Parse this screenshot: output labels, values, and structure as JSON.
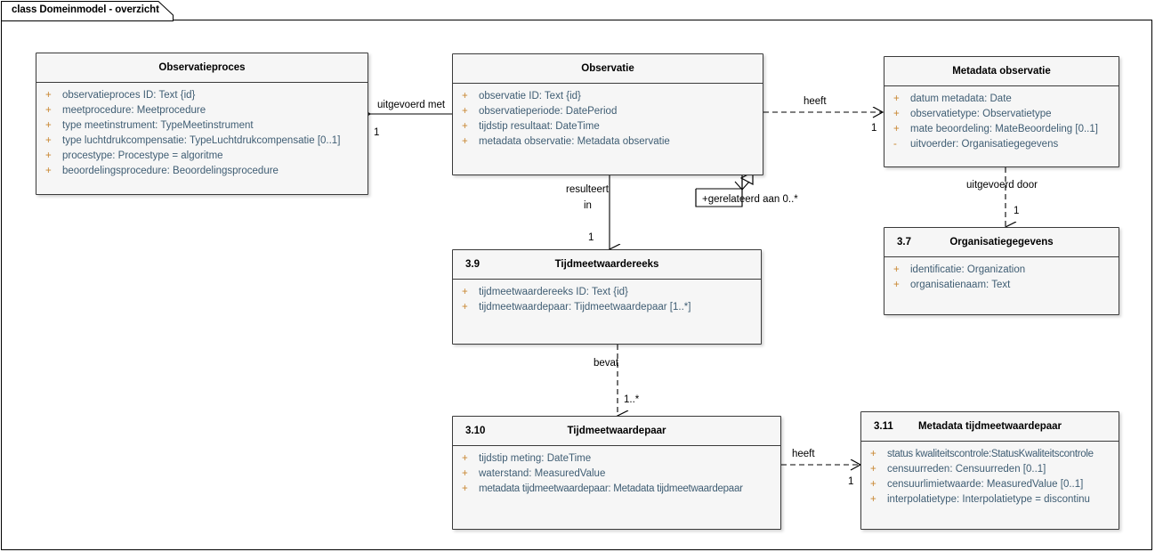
{
  "frame": {
    "title": "class Domeinmodel - overzicht"
  },
  "classes": [
    {
      "key": "observatieproces",
      "number": "",
      "title": "Observatieproces",
      "attributes": [
        {
          "visibility": "+",
          "text": "observatieproces ID: Text {id}"
        },
        {
          "visibility": "+",
          "text": "meetprocedure: Meetprocedure"
        },
        {
          "visibility": "+",
          "text": "type meetinstrument: TypeMeetinstrument"
        },
        {
          "visibility": "+",
          "text": "type luchtdrukcompensatie: TypeLuchtdrukcompensatie [0..1]"
        },
        {
          "visibility": "+",
          "text": "procestype: Procestype = algoritme"
        },
        {
          "visibility": "+",
          "text": "beoordelingsprocedure: Beoordelingsprocedure"
        }
      ]
    },
    {
      "key": "observatie",
      "number": "",
      "title": "Observatie",
      "attributes": [
        {
          "visibility": "+",
          "text": "observatie ID: Text {id}"
        },
        {
          "visibility": "+",
          "text": "observatieperiode: DatePeriod"
        },
        {
          "visibility": "+",
          "text": "tijdstip resultaat: DateTime"
        },
        {
          "visibility": "+",
          "text": "metadata observatie: Metadata observatie"
        }
      ]
    },
    {
      "key": "metadata-observatie",
      "number": "",
      "title": "Metadata observatie",
      "attributes": [
        {
          "visibility": "+",
          "text": "datum metadata: Date"
        },
        {
          "visibility": "+",
          "text": "observatietype: Observatietype"
        },
        {
          "visibility": "+",
          "text": "mate beoordeling: MateBeoordeling [0..1]"
        },
        {
          "visibility": "-",
          "text": "uitvoerder: Organisatiegegevens"
        }
      ]
    },
    {
      "key": "organisatiegegevens",
      "number": "3.7",
      "title": "Organisatiegegevens",
      "attributes": [
        {
          "visibility": "+",
          "text": "identificatie: Organization"
        },
        {
          "visibility": "+",
          "text": "organisatienaam: Text"
        }
      ]
    },
    {
      "key": "tijdmeetwaardereeks",
      "number": "3.9",
      "title": "Tijdmeetwaardereeks",
      "attributes": [
        {
          "visibility": "+",
          "text": "tijdmeetwaardereeks ID: Text {id}"
        },
        {
          "visibility": "+",
          "text": "tijdmeetwaardepaar: Tijdmeetwaardepaar [1..*]"
        }
      ]
    },
    {
      "key": "tijdmeetwaardepaar",
      "number": "3.10",
      "title": "Tijdmeetwaardepaar",
      "attributes": [
        {
          "visibility": "+",
          "text": "tijdstip meting: DateTime"
        },
        {
          "visibility": "+",
          "text": "waterstand: MeasuredValue"
        },
        {
          "visibility": "+",
          "text": "metadata tijdmeetwaardepaar: Metadata tijdmeetwaardepaar"
        }
      ]
    },
    {
      "key": "metadata-tijdmeetwaardepaar",
      "number": "3.11",
      "title": "Metadata tijdmeetwaardepaar",
      "attributes": [
        {
          "visibility": "+",
          "text": "status kwaliteitscontrole:StatusKwaliteitscontrole"
        },
        {
          "visibility": "+",
          "text": "censuurreden: Censuurreden [0..1]"
        },
        {
          "visibility": "+",
          "text": "censuurlimietwaarde: MeasuredValue [0..1]"
        },
        {
          "visibility": "+",
          "text": "interpolatietype: Interpolatietype = discontinu"
        }
      ]
    }
  ],
  "connectors": [
    {
      "key": "uitgevoerd-met",
      "label": "uitgevoerd met",
      "multiplicity": "1"
    },
    {
      "key": "heeft-metadata-observatie",
      "label": "heeft",
      "multiplicity": "1"
    },
    {
      "key": "resulteert-in-1",
      "label": "resulteert",
      "multiplicity": "1"
    },
    {
      "key": "resulteert-in-2",
      "label": "in",
      "multiplicity": ""
    },
    {
      "key": "gerelateerd-aan",
      "label": "+gerelateerd aan 0..*",
      "multiplicity": ""
    },
    {
      "key": "uitgevoerd-door",
      "label": "uitgevoerd door",
      "multiplicity": "1"
    },
    {
      "key": "bevat",
      "label": "bevat",
      "multiplicity": "1..*"
    },
    {
      "key": "heeft-metadata-tijdmeetwaardepaar",
      "label": "heeft",
      "multiplicity": "1"
    }
  ],
  "colors": {
    "class_fill": "#f6f6f6",
    "class_border": "#3a3a3a",
    "attribute_text": "#3f5d73",
    "visibility_text": "#c8862f",
    "title_text": "#000000",
    "connector": "#000000"
  }
}
